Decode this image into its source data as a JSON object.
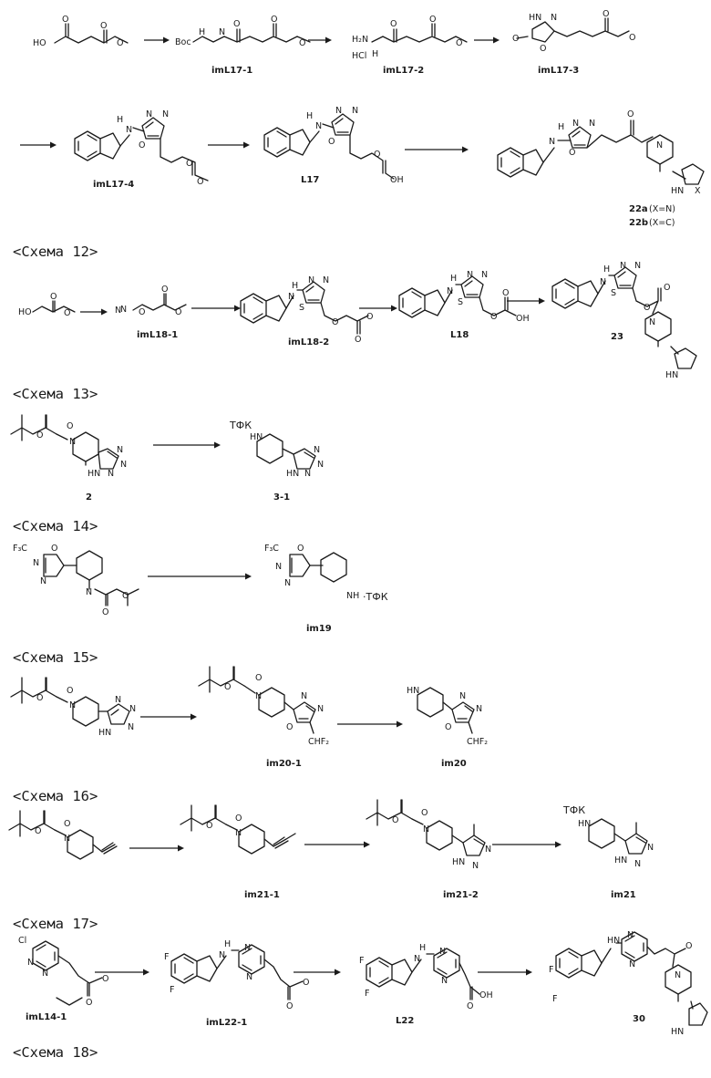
{
  "atoms": {
    "ho": "HO",
    "o": "O",
    "n": "N",
    "h": "H",
    "hn": "HN",
    "nh": "NH",
    "h2n": "H₂N",
    "hcl": "HCl",
    "boc": "Boc",
    "cl": "Cl",
    "f": "F",
    "s": "S",
    "oh": "OH",
    "x": "X",
    "cf3": "F₃C",
    "chf2": "CHF₂",
    "h1n": "HN"
  },
  "reagents": {
    "tfk": "ТФК"
  },
  "headers": [
    "<Схема 12>",
    "<Схема 13>",
    "<Схема 14>",
    "<Схема 15>",
    "<Схема 16>",
    "<Схема 17>",
    "<Схема 18>"
  ],
  "labels": {
    "imL17_1": "imL17-1",
    "imL17_2": "imL17-2",
    "imL17_3": "imL17-3",
    "imL17_4": "imL17-4",
    "L17": "L17",
    "c22a": "22a",
    "c22a_x": "(X=N)",
    "c22b": "22b",
    "c22b_x": "(X=C)",
    "imL18_1": "imL18-1",
    "imL18_2": "imL18-2",
    "L18": "L18",
    "c23": "23",
    "c2": "2",
    "c3_1": "3-1",
    "im19": "im19",
    "im20_1": "im20-1",
    "im20": "im20",
    "im21_1": "im21-1",
    "im21_2": "im21-2",
    "im21": "im21",
    "imL14_1": "imL14-1",
    "imL22_1": "imL22-1",
    "L22": "L22",
    "c30": "30"
  }
}
